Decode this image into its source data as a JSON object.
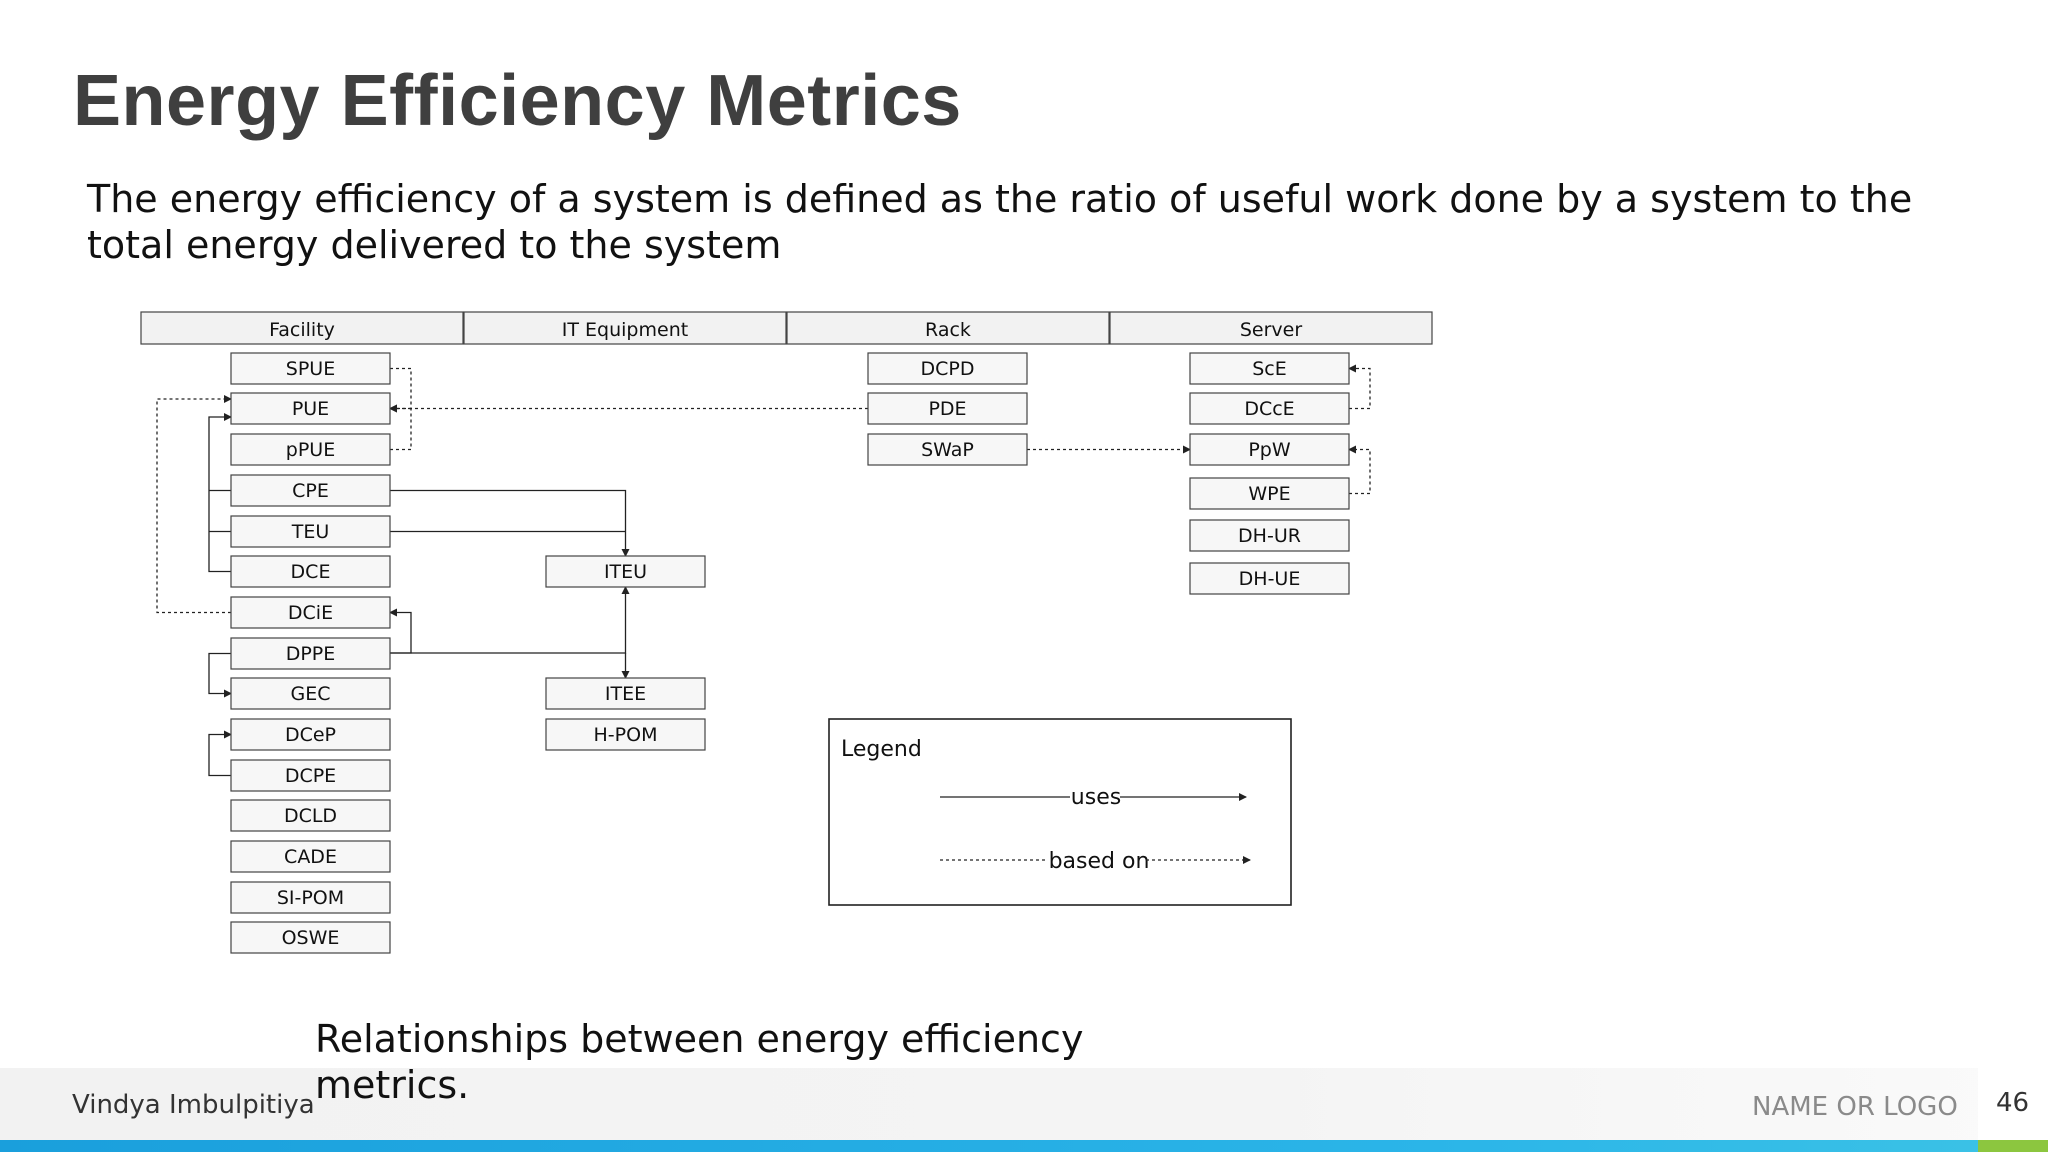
{
  "slide": {
    "title": "Energy Efficiency Metrics",
    "description": "The energy efficiency of a system is defined as the ratio of useful work done by a system to the total energy delivered to the system",
    "caption": "Relationships between energy efficiency metrics."
  },
  "diagram": {
    "columns": [
      "Facility",
      "IT Equipment",
      "Rack",
      "Server"
    ],
    "facility_metrics": [
      "SPUE",
      "PUE",
      "pPUE",
      "CPE",
      "TEU",
      "DCE",
      "DCiE",
      "DPPE",
      "GEC",
      "DCeP",
      "DCPE",
      "DCLD",
      "CADE",
      "SI-POM",
      "OSWE"
    ],
    "it_equipment_metrics": [
      "ITEU",
      "ITEE",
      "H-POM"
    ],
    "rack_metrics": [
      "DCPD",
      "PDE",
      "SWaP"
    ],
    "server_metrics": [
      "ScE",
      "DCcE",
      "PpW",
      "WPE",
      "DH-UR",
      "DH-UE"
    ],
    "relations": [
      {
        "from": "SPUE",
        "to": "PUE",
        "type": "based on"
      },
      {
        "from": "pPUE",
        "to": "PUE",
        "type": "based on"
      },
      {
        "from": "PDE",
        "to": "PUE",
        "type": "based on"
      },
      {
        "from": "DCiE",
        "to": "PUE",
        "type": "based on"
      },
      {
        "from": "CPE",
        "to": "PUE",
        "type": "uses"
      },
      {
        "from": "TEU",
        "to": "PUE",
        "type": "uses"
      },
      {
        "from": "DCE",
        "to": "PUE",
        "type": "uses"
      },
      {
        "from": "CPE",
        "to": "ITEU",
        "type": "uses"
      },
      {
        "from": "TEU",
        "to": "ITEU",
        "type": "uses"
      },
      {
        "from": "DPPE",
        "to": "ITEU",
        "type": "uses"
      },
      {
        "from": "DPPE",
        "to": "ITEE",
        "type": "uses"
      },
      {
        "from": "DPPE",
        "to": "DCiE",
        "type": "uses"
      },
      {
        "from": "DPPE",
        "to": "GEC",
        "type": "uses"
      },
      {
        "from": "DCPE",
        "to": "DCeP",
        "type": "uses"
      },
      {
        "from": "SWaP",
        "to": "PpW",
        "type": "based on"
      },
      {
        "from": "DCcE",
        "to": "ScE",
        "type": "based on"
      },
      {
        "from": "WPE",
        "to": "PpW",
        "type": "based on"
      }
    ],
    "legend": {
      "title": "Legend",
      "uses_label": "uses",
      "based_on_label": "based on"
    }
  },
  "footer": {
    "author": "Vindya Imbulpitiya",
    "logo_text": "NAME OR LOGO",
    "page_number": "46",
    "colors": {
      "bar": "#1a9fdc",
      "accent": "#8cc63f"
    }
  }
}
